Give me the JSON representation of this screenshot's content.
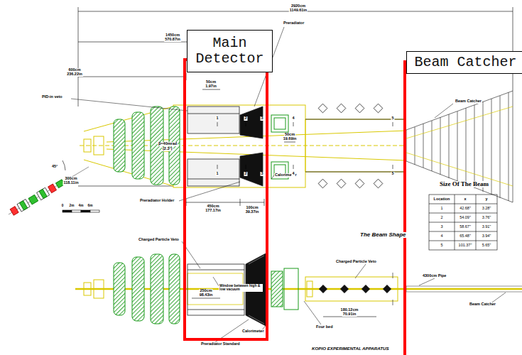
{
  "diagram": {
    "nodes": [
      {
        "text": [
          "Main Detector"
        ]
      },
      {
        "text": [
          "Beam Catcher"
        ]
      }
    ],
    "labels": [
      "2920cm",
      "1149.61in",
      "1450cm",
      "570.87in",
      "600cm",
      "236.22in",
      "50cm",
      "1.97in",
      "PID-in veto",
      "Preradiator",
      "Beam Catcher",
      "β=40mrad",
      "(2.3°)",
      "300cm",
      "118.11in",
      "Preradiator Holder",
      "450cm",
      "177.17in",
      "100cm",
      "39.37in",
      "50cm",
      "19.69in",
      "Calorimeter",
      "45°",
      "0",
      "2m",
      "4m",
      "6m",
      "Charged Particle Veto",
      "Window between high & low vacuum",
      "Charged Particle Veto",
      "4300cm Pipe",
      "Beam Catcher",
      "250cm",
      "98.43in",
      "180.12cm",
      "70.91in",
      "Calorimeter",
      "Four bed",
      "Preradiator Standard",
      "KOPIO EXPERIMENTAL APPARATUS",
      "The Beam Shape",
      "Size Of The Beam",
      "Location",
      "x",
      "y",
      "1",
      "42.68\"",
      "3.28\"",
      "2",
      "54.09\"",
      "3.76\"",
      "3",
      "58.67\"",
      "3.91\"",
      "4",
      "65.48\"",
      "3.94\"",
      "5",
      "101.37\"",
      "5.65\"",
      "1",
      "2",
      "3",
      "4",
      "5",
      "1",
      "2",
      "3",
      "4",
      "5"
    ]
  }
}
